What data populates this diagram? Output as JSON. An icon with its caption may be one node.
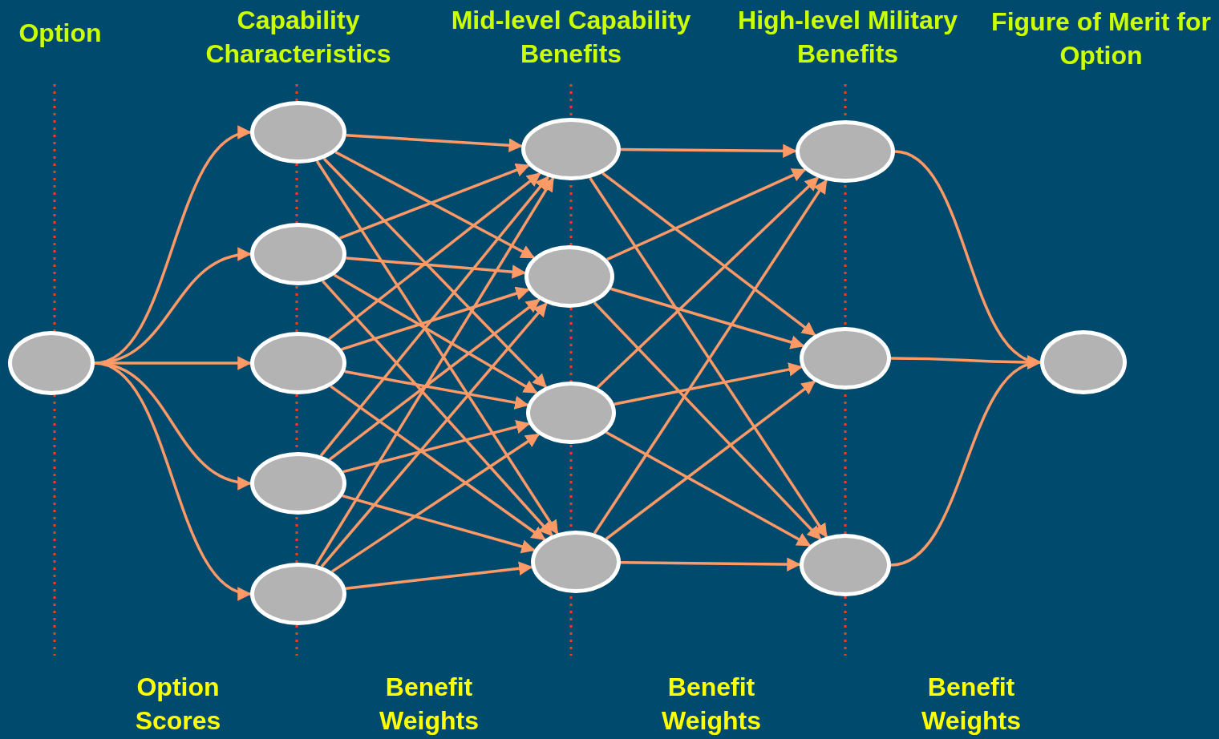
{
  "diagram": {
    "nodes": [
      {
        "text": [],
        "shape": "circle"
      },
      {
        "text": [],
        "shape": "circle"
      },
      {
        "text": [],
        "shape": "circle"
      },
      {
        "text": [],
        "shape": "circle"
      },
      {
        "text": [],
        "shape": "circle"
      },
      {
        "text": [],
        "shape": "circle"
      },
      {
        "text": [],
        "shape": "circle"
      },
      {
        "text": [],
        "shape": "circle"
      },
      {
        "text": [],
        "shape": "circle"
      },
      {
        "text": [],
        "shape": "circle"
      },
      {
        "text": [],
        "shape": "circle"
      },
      {
        "text": [],
        "shape": "circle"
      },
      {
        "text": [],
        "shape": "circle"
      },
      {
        "text": [],
        "shape": "circle"
      }
    ],
    "edges": [
      {
        "from": 0,
        "to": 1,
        "arrow": "to"
      },
      {
        "from": 0,
        "to": 2,
        "arrow": "to"
      },
      {
        "from": 0,
        "to": 3,
        "arrow": "to"
      },
      {
        "from": 0,
        "to": 4,
        "arrow": "to"
      },
      {
        "from": 0,
        "to": 5,
        "arrow": "to"
      },
      {
        "from": 1,
        "to": 6,
        "arrow": "to"
      },
      {
        "from": 1,
        "to": 7,
        "arrow": "to"
      },
      {
        "from": 1,
        "to": 8,
        "arrow": "to"
      },
      {
        "from": 1,
        "to": 9,
        "arrow": "to"
      },
      {
        "from": 2,
        "to": 6,
        "arrow": "to"
      },
      {
        "from": 2,
        "to": 7,
        "arrow": "to"
      },
      {
        "from": 2,
        "to": 8,
        "arrow": "to"
      },
      {
        "from": 2,
        "to": 9,
        "arrow": "to"
      },
      {
        "from": 3,
        "to": 6,
        "arrow": "to"
      },
      {
        "from": 3,
        "to": 7,
        "arrow": "to"
      },
      {
        "from": 3,
        "to": 8,
        "arrow": "to"
      },
      {
        "from": 3,
        "to": 9,
        "arrow": "to"
      },
      {
        "from": 4,
        "to": 6,
        "arrow": "to"
      },
      {
        "from": 4,
        "to": 7,
        "arrow": "to"
      },
      {
        "from": 4,
        "to": 8,
        "arrow": "to"
      },
      {
        "from": 4,
        "to": 9,
        "arrow": "to"
      },
      {
        "from": 5,
        "to": 6,
        "arrow": "to"
      },
      {
        "from": 5,
        "to": 7,
        "arrow": "to"
      },
      {
        "from": 5,
        "to": 8,
        "arrow": "to"
      },
      {
        "from": 5,
        "to": 9,
        "arrow": "to"
      },
      {
        "from": 6,
        "to": 10,
        "arrow": "to"
      },
      {
        "from": 6,
        "to": 11,
        "arrow": "to"
      },
      {
        "from": 6,
        "to": 12,
        "arrow": "to"
      },
      {
        "from": 7,
        "to": 10,
        "arrow": "to"
      },
      {
        "from": 7,
        "to": 11,
        "arrow": "to"
      },
      {
        "from": 7,
        "to": 12,
        "arrow": "to"
      },
      {
        "from": 8,
        "to": 10,
        "arrow": "to"
      },
      {
        "from": 8,
        "to": 11,
        "arrow": "to"
      },
      {
        "from": 8,
        "to": 12,
        "arrow": "to"
      },
      {
        "from": 9,
        "to": 10,
        "arrow": "to"
      },
      {
        "from": 9,
        "to": 11,
        "arrow": "to"
      },
      {
        "from": 9,
        "to": 12,
        "arrow": "to"
      },
      {
        "from": 10,
        "to": 13,
        "arrow": "to"
      },
      {
        "from": 11,
        "to": 13,
        "arrow": "to"
      },
      {
        "from": 12,
        "to": 13,
        "arrow": "to"
      }
    ],
    "labels": [
      "Option",
      "Capability Characteristics",
      "Mid-level Capability Benefits",
      "High-level Military Benefits",
      "Figure of Merit for Option",
      "Option Scores",
      "Benefit Weights",
      "Benefit Weights",
      "Benefit Weights"
    ]
  }
}
